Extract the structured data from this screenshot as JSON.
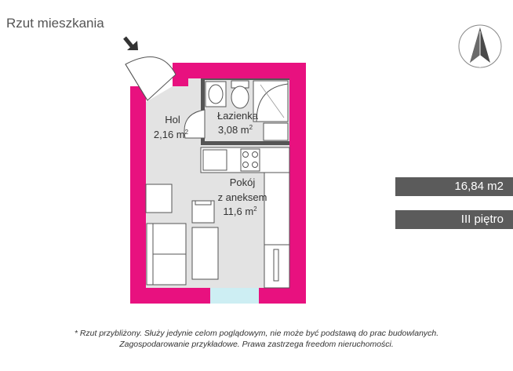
{
  "header": {
    "title": "Rzut mieszkania"
  },
  "compass": {
    "icon": "north-arrow-icon"
  },
  "rooms": [
    {
      "id": "hol",
      "name": "Hol",
      "area": "2,16 m",
      "unit_sup": "2"
    },
    {
      "id": "lazienka",
      "name": "Łazienka",
      "area": "3,08 m",
      "unit_sup": "2"
    },
    {
      "id": "pokoj",
      "name": "Pokój",
      "name2": "z aneksem",
      "area": "11,6 m",
      "unit_sup": "2"
    }
  ],
  "summary": {
    "total_area": "16,84 m2",
    "floor": "III piętro"
  },
  "footnote": {
    "line1": "* Rzut przybliżony. Służy jedynie celom poglądowym, nie może być podstawą do prac budowlanych.",
    "line2": "Zagospodarowanie przykładowe. Prawa zastrzega freedom nieruchomości."
  },
  "colors": {
    "wall": "#e8117f",
    "floor": "#e3e3e3",
    "window": "#cdeef3",
    "badge": "#5b5b5b"
  }
}
